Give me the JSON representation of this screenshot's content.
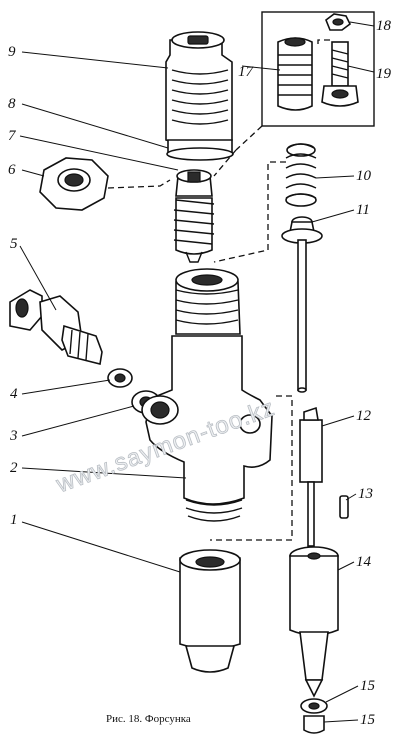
{
  "figure": {
    "caption": "Рис. 18. Форсунка",
    "watermark": "www.saymon-too.kz"
  },
  "callouts": {
    "c1": "1",
    "c2": "2",
    "c3": "3",
    "c4": "4",
    "c5": "5",
    "c6": "6",
    "c7": "7",
    "c8": "8",
    "c9": "9",
    "c10": "10",
    "c11": "11",
    "c12": "12",
    "c13": "13",
    "c14": "14",
    "c15a": "15",
    "c15b": "15",
    "c17": "17",
    "c18": "18",
    "c19": "19"
  }
}
